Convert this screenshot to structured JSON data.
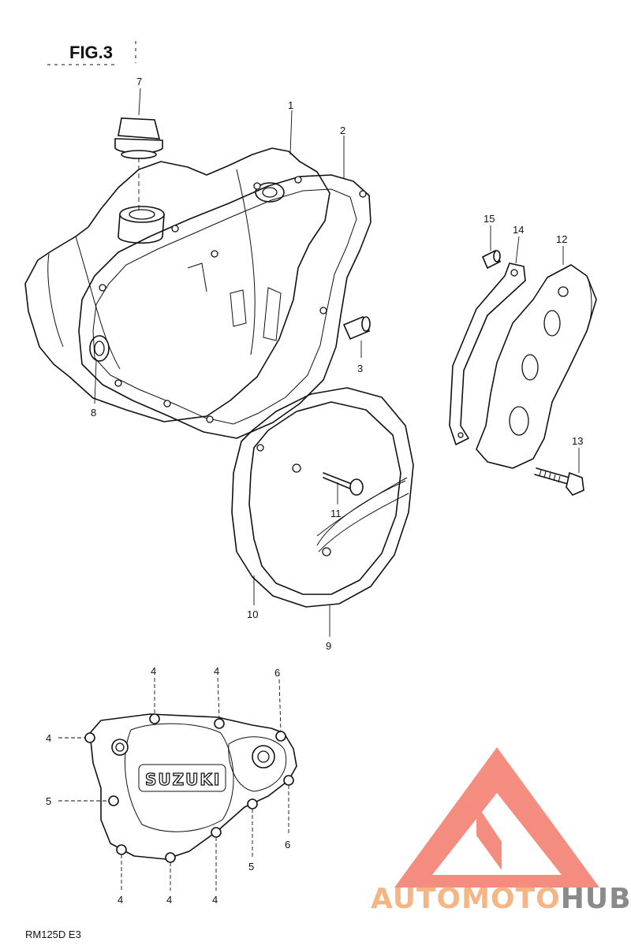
{
  "figure": {
    "title": "FIG.3",
    "model_code": "RM125D E3"
  },
  "watermark": {
    "word_a": "AUTOMOTO",
    "word_b": "HUB",
    "color_primary": "#f4877a",
    "color_accent": "#f6b585",
    "color_dark": "#8a8a8a"
  },
  "emblem_text": "SUZUKI",
  "callouts": {
    "c1": "1",
    "c2": "2",
    "c3": "3",
    "c7": "7",
    "c8": "8",
    "c9": "9",
    "c10": "10",
    "c11": "11",
    "c12": "12",
    "c13": "13",
    "c14": "14",
    "c15": "15",
    "b4a": "4",
    "b4b": "4",
    "b4c": "4",
    "b4d": "4",
    "b4e": "4",
    "b4f": "4",
    "b5a": "5",
    "b5b": "5",
    "b6a": "6",
    "b6b": "6"
  }
}
